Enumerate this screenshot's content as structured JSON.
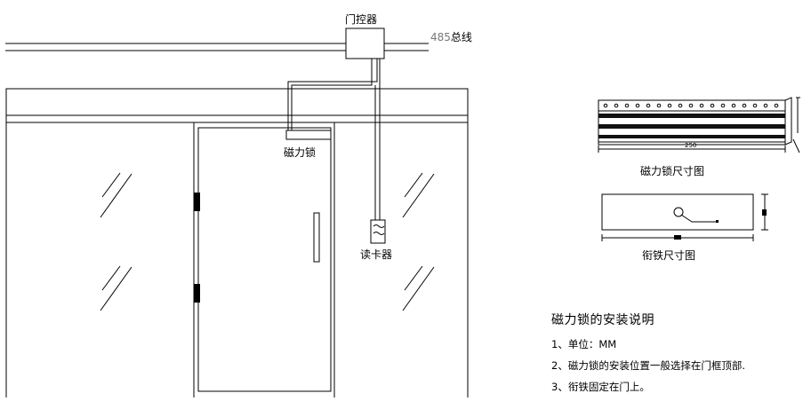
{
  "diagram": {
    "labels": {
      "controller": "门控器",
      "bus_number": "485",
      "bus_text": "总线",
      "maglock": "磁力锁",
      "card_reader": "读卡器",
      "maglock_dimension_caption": "磁力锁尺寸图",
      "maglock_length": "250",
      "armature_caption": "衔铁尺寸图"
    }
  },
  "instructions": {
    "title": "磁力锁的安装说明",
    "items": [
      "1、单位：MM",
      "2、磁力锁的安装位置一般选择在门框顶部.",
      "3、衔铁固定在门上。"
    ]
  }
}
